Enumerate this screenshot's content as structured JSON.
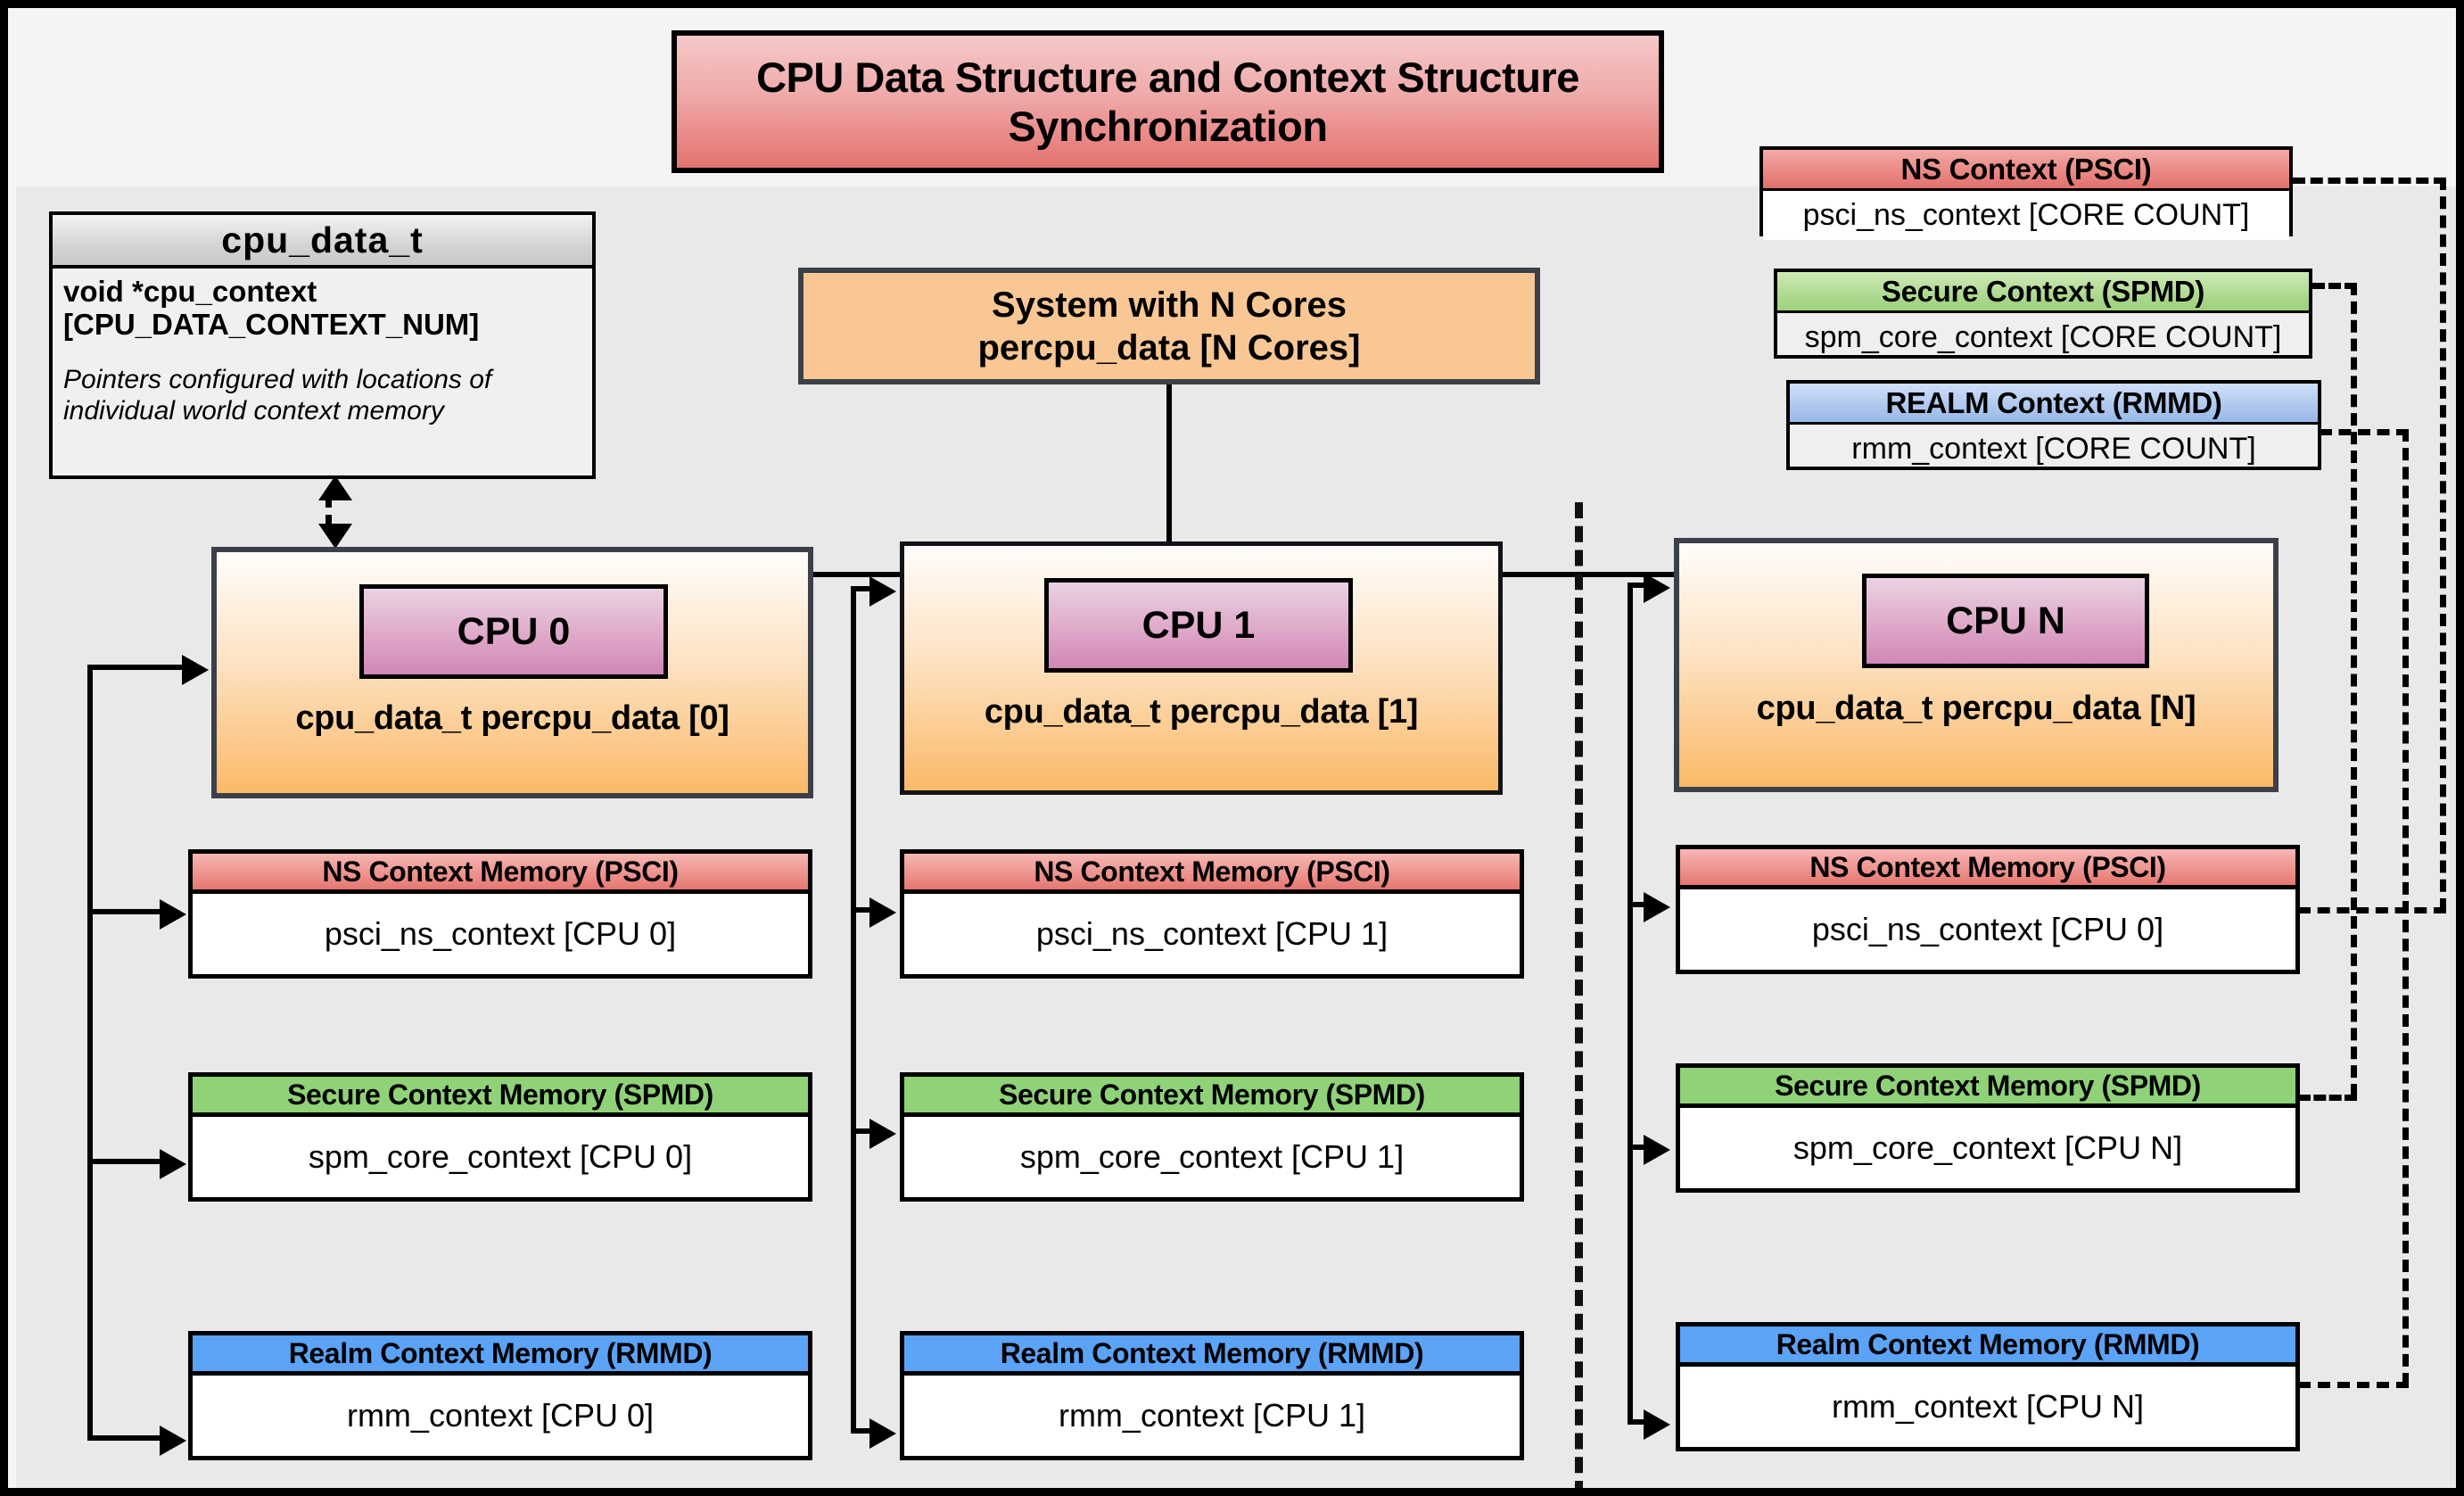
{
  "title": "CPU Data Structure and Context Structure Synchronization",
  "struct": {
    "name": "cpu_data_t",
    "field": "void  *cpu_context [CPU_DATA_CONTEXT_NUM]",
    "note": "Pointers configured with locations of individual world context memory"
  },
  "system": {
    "line1": "System with N Cores",
    "line2": "percpu_data [N Cores]"
  },
  "legend": [
    {
      "header": "NS Context  (PSCI)",
      "body": "psci_ns_context [CORE COUNT]",
      "color": "#e0706b"
    },
    {
      "header": "Secure Context (SPMD)",
      "body": "spm_core_context [CORE COUNT]",
      "color": "#9ed17c"
    },
    {
      "header": "REALM Context (RMMD)",
      "body": "rmm_context [CORE COUNT]",
      "color": "#98b8e8"
    }
  ],
  "cpus": [
    {
      "chip": "CPU 0",
      "label": "cpu_data_t percpu_data [0]",
      "memories": [
        {
          "header": "NS Context Memory (PSCI)",
          "body": "psci_ns_context [CPU 0]",
          "color": "#e5776f"
        },
        {
          "header": "Secure Context Memory (SPMD)",
          "body": "spm_core_context [CPU 0]",
          "color": "#8fd278"
        },
        {
          "header": "Realm Context Memory (RMMD)",
          "body": "rmm_context [CPU 0]",
          "color": "#5ba3f7"
        }
      ]
    },
    {
      "chip": "CPU 1",
      "label": "cpu_data_t percpu_data [1]",
      "memories": [
        {
          "header": "NS Context Memory (PSCI)",
          "body": "psci_ns_context [CPU 1]",
          "color": "#e5776f"
        },
        {
          "header": "Secure Context Memory (SPMD)",
          "body": "spm_core_context [CPU 1]",
          "color": "#8fd278"
        },
        {
          "header": "Realm Context Memory (RMMD)",
          "body": "rmm_context [CPU 1]",
          "color": "#5ba3f7"
        }
      ]
    },
    {
      "chip": "CPU N",
      "label": "cpu_data_t percpu_data [N]",
      "memories": [
        {
          "header": "NS Context Memory (PSCI)",
          "body": "psci_ns_context [CPU 0]",
          "color": "#e5776f"
        },
        {
          "header": "Secure Context Memory (SPMD)",
          "body": "spm_core_context [CPU N]",
          "color": "#8fd278"
        },
        {
          "header": "Realm Context Memory (RMMD)",
          "body": "rmm_context [CPU N]",
          "color": "#5ba3f7"
        }
      ]
    }
  ],
  "colors": {
    "background": "#f4f4f4",
    "panel": "#e9e9e9",
    "frame": "#000000",
    "cpu_fill_top": "#fffdfb",
    "cpu_fill_bottom": "#fbb968",
    "chip_fill": "#d087b4",
    "system_fill": "#f8c794",
    "title_fill": "#e4736f"
  }
}
